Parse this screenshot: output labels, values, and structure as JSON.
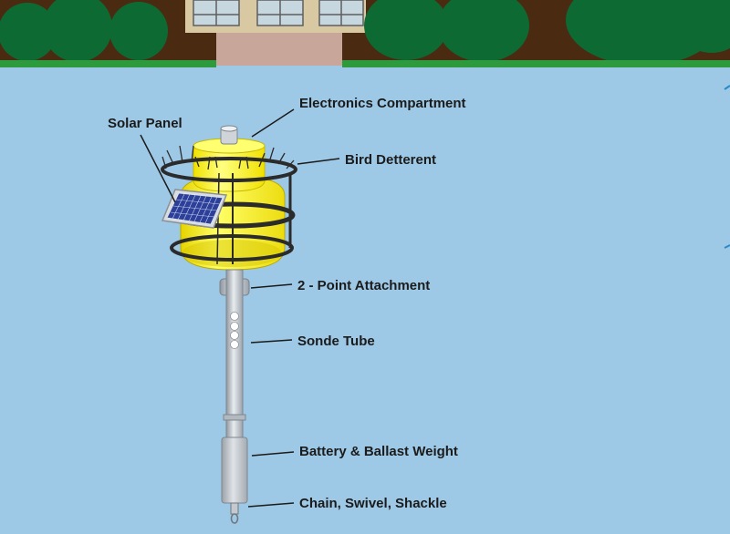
{
  "diagram": {
    "labels": {
      "electronics_compartment": "Electronics Compartment",
      "solar_panel": "Solar Panel",
      "bird_deterrent": "Bird Detterent",
      "two_point_attachment": "2 - Point Attachment",
      "sonde_tube": "Sonde Tube",
      "battery_ballast_weight": "Battery & Ballast Weight",
      "chain_swivel_shackle": "Chain, Swivel, Shackle"
    }
  },
  "colors": {
    "water": "#9ec9e6",
    "grass": "#2e9a3e",
    "soil": "#4b2a12",
    "tree": "#0e6a33",
    "buoy_yellow": "#ffff33",
    "metal": "#c4c9cf",
    "cage": "#2b2b2b"
  }
}
